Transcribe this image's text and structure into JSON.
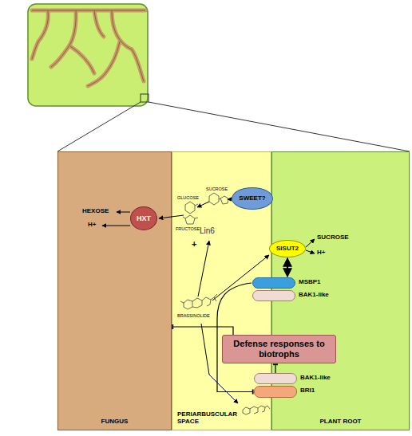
{
  "diagram": {
    "nodes": [
      {
        "text": [
          "FUNGUS"
        ]
      },
      {
        "text": [
          "PERIARBUSCULAR SPACE"
        ]
      },
      {
        "text": [
          "PLANT ROOT"
        ]
      },
      {
        "text": [
          "HXT"
        ]
      },
      {
        "text": [
          "SWEET?"
        ]
      },
      {
        "text": [
          "SlSUT2"
        ]
      },
      {
        "text": [
          "MSBP1"
        ]
      },
      {
        "text": [
          "BAK1-like"
        ]
      },
      {
        "text": [
          "Defense responses to biotrophs"
        ]
      },
      {
        "text": [
          "BAK1-like"
        ]
      },
      {
        "text": [
          "BRI1"
        ]
      }
    ],
    "edges": [
      {
        "from": 5,
        "to": 6,
        "arrow": "both"
      },
      {
        "from": 6,
        "to": 10,
        "arrow": "to"
      },
      {
        "from": 8,
        "to": 0,
        "arrow": "to"
      },
      {
        "from": 9,
        "to": 8,
        "arrow": "to"
      }
    ],
    "labels": [
      "HEXOSE",
      "H+",
      "GLUCOSE",
      "FRUCTOSE",
      "SUCROSE",
      "Lin6",
      "+",
      "SUCROSE",
      "H+",
      "BRASSINOLIDE"
    ]
  }
}
